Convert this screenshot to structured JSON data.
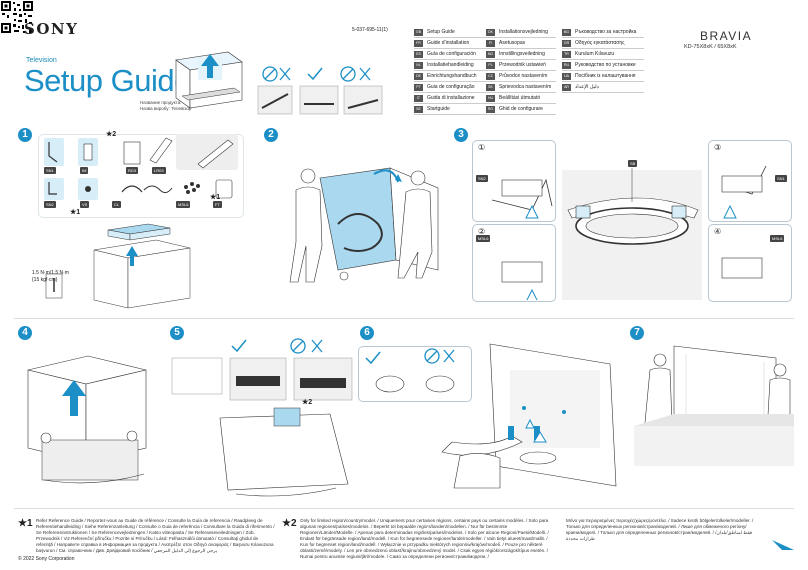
{
  "header": {
    "brand": "SONY",
    "category": "Television",
    "title": "Setup Guide",
    "subtitle_lines": [
      "Название продукта: Телевизор",
      "Назва виробу: Телевізор"
    ],
    "doc_code": "5-037-695-11(1)",
    "product_brand": "BRAVIA",
    "models": "KD-75X8xK / 65X8xK"
  },
  "languages": {
    "col1": [
      {
        "code": "GB",
        "label": "Setup Guide"
      },
      {
        "code": "FR",
        "label": "Guide d’installation"
      },
      {
        "code": "ES",
        "label": "Guía de configuración"
      },
      {
        "code": "NL",
        "label": "Installatiehandleiding"
      },
      {
        "code": "DE",
        "label": "Einrichtungshandbuch"
      },
      {
        "code": "PT",
        "label": "Guia de configuração"
      },
      {
        "code": "IT",
        "label": "Guida di installazione"
      },
      {
        "code": "SE",
        "label": "Startguide"
      }
    ],
    "col2": [
      {
        "code": "DK",
        "label": "Installationsvejledning"
      },
      {
        "code": "FI",
        "label": "Asetusopas"
      },
      {
        "code": "NO",
        "label": "Innstillingsveiledning"
      },
      {
        "code": "PL",
        "label": "Przewodnik ustawień"
      },
      {
        "code": "CZ",
        "label": "Průvodce nastavením"
      },
      {
        "code": "SK",
        "label": "Sprievodca nastavením"
      },
      {
        "code": "HU",
        "label": "Beállítási útmutató"
      },
      {
        "code": "RO",
        "label": "Ghid de configurare"
      }
    ],
    "col3": [
      {
        "code": "BG",
        "label": "Ръководство за настройка"
      },
      {
        "code": "GR",
        "label": "Οδηγός εγκατάστασης"
      },
      {
        "code": "TR",
        "label": "Kurulum Kılavuzu"
      },
      {
        "code": "RU",
        "label": "Руководство по установке"
      },
      {
        "code": "UA",
        "label": "Посібник із налаштування"
      },
      {
        "code": "AR",
        "label": "دليل الإعداد"
      }
    ]
  },
  "steps": [
    "1",
    "2",
    "3",
    "4",
    "5",
    "6",
    "7"
  ],
  "parts": {
    "labels": [
      "SN1",
      "IM",
      "RD3",
      "LR03",
      "SN2",
      "VS",
      "CL",
      "MSL6",
      "FT"
    ],
    "star2": "★2",
    "star1a": "★1",
    "star1b": "★1",
    "torque": "1.5 N·m/1.5 N·m",
    "torque2": "{15 kgf·cm}"
  },
  "step3": {
    "sub_labels": [
      "①",
      "②",
      "③",
      "④"
    ],
    "tags": [
      "SN2",
      "SN1",
      "MSL6",
      "MSL6",
      "SB"
    ]
  },
  "step5": {
    "star": "★2"
  },
  "footer": {
    "note1_mark": "★1",
    "note1": "Refer Reference Guide / Reportez-vous au Guide de référence / Consulte la Guía de referencia / Raadpleeg de Referentiehandleiding / Siehe Referenzanleitung / Consulte o Guia de referência / Consultare la Guida di riferimento / Se Referensinstruktionen / Se Referencevejledningen / Katso viiteopasta / Se Referanseveiledningen / Zob. Przewodnik / Viz Referenční příručku / Pozrite si Príručku / Lásd: Felhasználói útmutató / Consultaţi ghidul de referinţă / Направете справка в Информация за продукта / Ανατρέξτε στον Οδηγό αναφοράς / Başvuru Kılavuzuna başvurun / См. справочник / Див. Довідковий посібник / يرجى الرجوع إلى الدليل المرجعي",
    "note2_mark": "★2",
    "note2": "Only for limited region/country/model. / Uniquement pour certaines régions, certains pays ou certains modèles. / Solo para algunas regiones/países/modelos. / Beperkt tot bepaalde regio’s/landen/modellen. / Nur für bestimmte Regionen/Länder/Modelle. / Apenas para determinadas regiões/países/modelos. / Solo per alcune Regioni/Paesi/Modelli. / Endast för begränsade region/land/modell. / Kun for begrænsede regioner/lande/modeller. / Vain tietyt alueet/maat/mallit. / Kun for begrenset region/land/modell. / Wyłącznie w przypadku niektórych regionów/krajów/modeli. / Pouze pro některé oblasti/země/modely. / Len pre obmedzenú oblasť/krajinu/obmedzený model. / Csak egyes régiók/országok/típus esetén. / Numai pentru anumite regiuni/ţări/modele. / Само за определени региони/страни/модели. /",
    "note3": "Μόνο για περιορισμένες περιοχές/χώρες/μοντέλα. / Sadece kısıtlı bölgeler/ülkeler/modeller. / Только для определенных регионов/стран/моделей. / Лише для обмеженого регіону/країни/моделі. / Только для определенных регионов/стран/моделей. / فقط لمناطق/بلدان/طرازات محددة",
    "copyright": "© 2022 Sony Corporation"
  },
  "colors": {
    "accent": "#1b8fc6",
    "box_light": "#d7eef9",
    "box_mid": "#a9d8ef",
    "panel_border": "#b8c7d2",
    "sheet": "#f1f1f1",
    "dark": "#333333"
  }
}
